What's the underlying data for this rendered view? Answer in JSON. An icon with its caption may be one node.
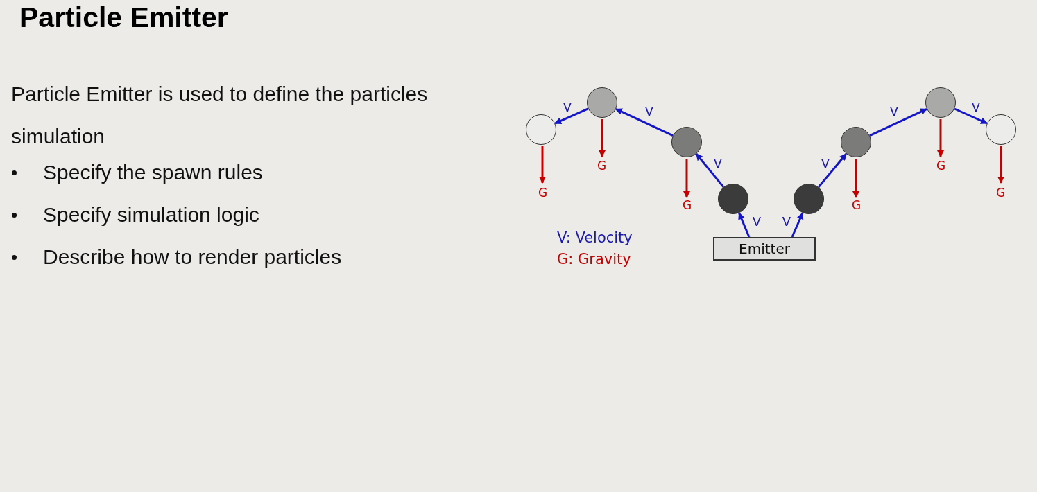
{
  "diagram": {
    "title": "Particle Emitter",
    "nodes": [
      {
        "text": [],
        "shape": "circle"
      },
      {
        "text": [],
        "shape": "circle"
      },
      {
        "text": [],
        "shape": "circle"
      },
      {
        "text": [],
        "shape": "circle"
      },
      {
        "text": [],
        "shape": "circle"
      },
      {
        "text": [],
        "shape": "circle"
      },
      {
        "text": [],
        "shape": "circle"
      },
      {
        "text": [],
        "shape": "circle"
      },
      {
        "text": [
          "Emitter"
        ]
      }
    ],
    "edges": [
      {
        "from": 8,
        "to": 3,
        "arrow": "to",
        "label": "V"
      },
      {
        "from": 3,
        "to": 2,
        "arrow": "to",
        "label": "V"
      },
      {
        "from": 2,
        "to": 1,
        "arrow": "to",
        "label": "V"
      },
      {
        "from": 1,
        "to": 0,
        "arrow": "to",
        "label": "V"
      },
      {
        "from": 8,
        "to": 4,
        "arrow": "to",
        "label": "V"
      },
      {
        "from": 4,
        "to": 5,
        "arrow": "to",
        "label": "V"
      },
      {
        "from": 5,
        "to": 6,
        "arrow": "to",
        "label": "V"
      },
      {
        "from": 6,
        "to": 7,
        "arrow": "to",
        "label": "V"
      }
    ],
    "labels": [
      "Particle Emitter is used to define the particles simulation",
      "Specify the spawn rules",
      "Specify simulation logic",
      "Describe how to render particles",
      "G",
      "G",
      "G",
      "G",
      "G",
      "G",
      "V: Velocity",
      "G: Gravity"
    ]
  }
}
